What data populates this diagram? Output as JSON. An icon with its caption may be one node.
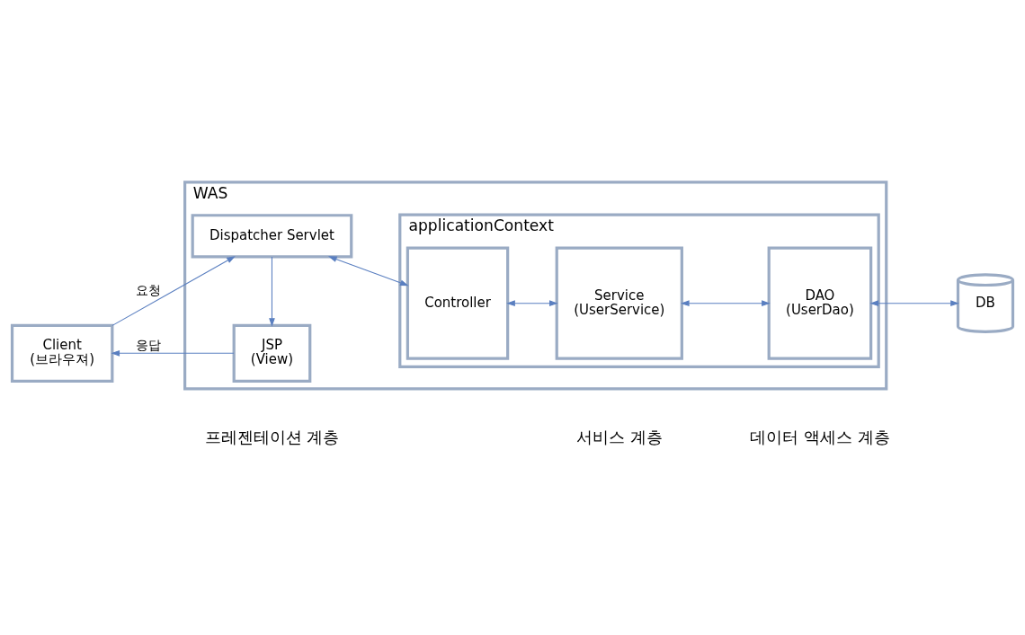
{
  "diagram": {
    "nodes": [
      {
        "text": [
          "Client",
          "(브라우져)"
        ]
      },
      {
        "text": [
          "WAS"
        ]
      },
      {
        "text": [
          "Dispatcher Servlet"
        ],
        "in": 1
      },
      {
        "text": [
          "JSP",
          "(View)"
        ],
        "in": 1
      },
      {
        "text": [
          "applicationContext"
        ],
        "in": 1
      },
      {
        "text": [
          "Controller"
        ],
        "in": 4
      },
      {
        "text": [
          "Service",
          "(UserService)"
        ],
        "in": 4
      },
      {
        "text": [
          "DAO",
          "(UserDao)"
        ],
        "in": 4
      },
      {
        "text": [
          "DB"
        ]
      }
    ],
    "edges": [
      {
        "from": 0,
        "to": 2,
        "arrow": "to",
        "label": "요청"
      },
      {
        "from": 2,
        "to": 3,
        "arrow": "to"
      },
      {
        "from": 3,
        "to": 0,
        "arrow": "to",
        "label": "응답"
      },
      {
        "from": 2,
        "to": 5,
        "arrow": "both"
      },
      {
        "from": 5,
        "to": 6,
        "arrow": "both"
      },
      {
        "from": 6,
        "to": 7,
        "arrow": "both"
      },
      {
        "from": 7,
        "to": 8,
        "arrow": "both"
      }
    ],
    "labels": [
      "프레젠테이션 계층",
      "서비스 계층",
      "데이터 액세스 계층"
    ]
  }
}
